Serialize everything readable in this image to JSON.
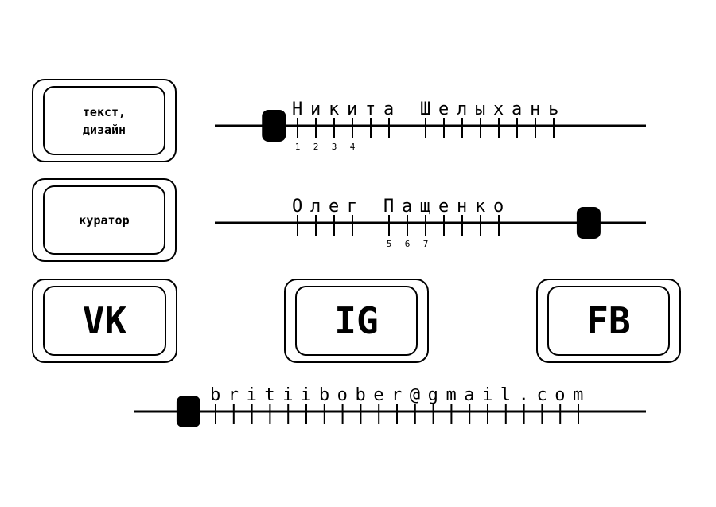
{
  "buttons": {
    "text_design": "текст,\nдизайн",
    "curator": "куратор",
    "vk": "VK",
    "ig": "IG",
    "fb": "FB"
  },
  "sliders": [
    {
      "label": "Никита Шелыхань",
      "numbers": [
        "1",
        "2",
        "3",
        "4"
      ],
      "number_start": 0,
      "value": 0.137
    },
    {
      "label": "Олег Пащенко",
      "numbers": [
        "5",
        "6",
        "7"
      ],
      "number_start": 4,
      "value": 0.867
    },
    {
      "label": "britiibober@gmail.com",
      "numbers": [],
      "number_start": 0,
      "value": 0.107
    }
  ]
}
